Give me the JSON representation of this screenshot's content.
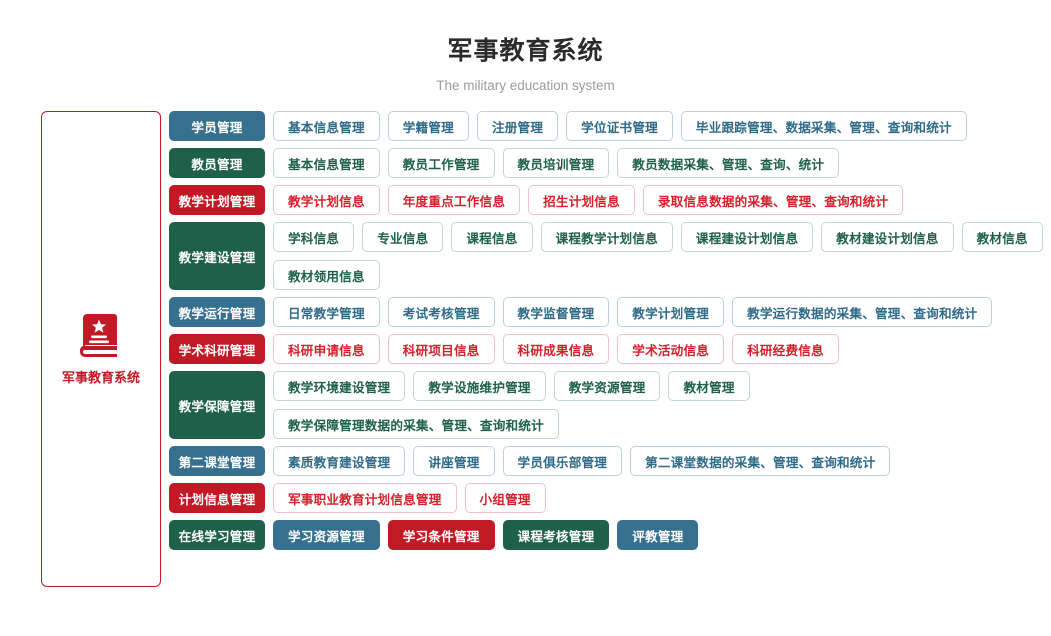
{
  "header": {
    "title": "军事教育系统",
    "subtitle": "The military education system"
  },
  "system_panel": {
    "icon": "book-star-icon",
    "label": "军事教育系统",
    "border_color": "#c11a26"
  },
  "palette": {
    "blue": "#35708f",
    "green": "#1e6049",
    "red": "#c11a26",
    "blue_outline_text": "#2f6a88",
    "green_outline_text": "#1e6049",
    "red_outline_text": "#d5202c"
  },
  "rows": [
    {
      "category": "学员管理",
      "color": "blue",
      "style": "outline",
      "items": [
        "基本信息管理",
        "学籍管理",
        "注册管理",
        "学位证书管理",
        "毕业跟踪管理、数据采集、管理、查询和统计"
      ]
    },
    {
      "category": "教员管理",
      "color": "green",
      "style": "outline",
      "items": [
        "基本信息管理",
        "教员工作管理",
        "教员培训管理",
        "教员数据采集、管理、查询、统计"
      ]
    },
    {
      "category": "教学计划管理",
      "color": "red",
      "style": "outline",
      "items": [
        "教学计划信息",
        "年度重点工作信息",
        "招生计划信息",
        "录取信息数据的采集、管理、查询和统计"
      ]
    },
    {
      "category": "教学建设管理",
      "color": "green",
      "style": "outline",
      "tall": true,
      "items": [
        "学科信息",
        "专业信息",
        "课程信息",
        "课程教学计划信息",
        "课程建设计划信息",
        "教材建设计划信息",
        "教材信息",
        "教材领用信息"
      ]
    },
    {
      "category": "教学运行管理",
      "color": "blue",
      "style": "outline",
      "items": [
        "日常教学管理",
        "考试考核管理",
        "教学监督管理",
        "教学计划管理",
        "教学运行数据的采集、管理、查询和统计"
      ]
    },
    {
      "category": "学术科研管理",
      "color": "red",
      "style": "outline",
      "items": [
        "科研申请信息",
        "科研项目信息",
        "科研成果信息",
        "学术活动信息",
        "科研经费信息"
      ]
    },
    {
      "category": "教学保障管理",
      "color": "green",
      "style": "outline",
      "items": [
        "教学环境建设管理",
        "教学设施维护管理",
        "教学资源管理",
        "教材管理",
        "教学保障管理数据的采集、管理、查询和统计"
      ]
    },
    {
      "category": "第二课堂管理",
      "color": "blue",
      "style": "outline",
      "items": [
        "素质教育建设管理",
        "讲座管理",
        "学员俱乐部管理",
        "第二课堂数据的采集、管理、查询和统计"
      ]
    },
    {
      "category": "计划信息管理",
      "color": "red",
      "style": "outline",
      "items": [
        "军事职业教育计划信息管理",
        "小组管理"
      ]
    },
    {
      "category": "在线学习管理",
      "color": "green",
      "style": "solid",
      "items": [
        {
          "label": "学习资源管理",
          "color": "blue"
        },
        {
          "label": "学习条件管理",
          "color": "red"
        },
        {
          "label": "课程考核管理",
          "color": "green"
        },
        {
          "label": "评教管理",
          "color": "blue"
        }
      ]
    }
  ]
}
